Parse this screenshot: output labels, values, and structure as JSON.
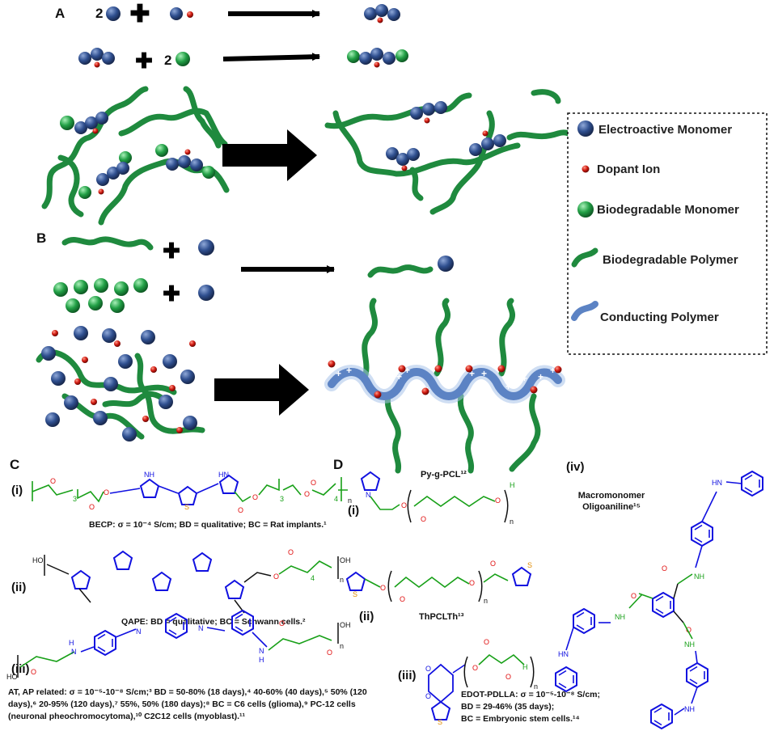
{
  "panels": {
    "a": "A",
    "b": "B",
    "c": "C",
    "d": "D"
  },
  "coefficients": {
    "a1": "2",
    "a2": "2"
  },
  "legend": {
    "electroactive": "Electroactive Monomer",
    "dopant": "Dopant Ion",
    "biodeg_monomer": "Biodegradable Monomer",
    "biodeg_polymer": "Biodegradable Polymer",
    "conducting": "Conducting Polymer"
  },
  "colors": {
    "electroactive": "#2f4f8f",
    "dopant": "#d01a10",
    "biodeg": "#22a046",
    "chain": "#1f8a3e",
    "conducting": "#5c83c4",
    "chemBlue": "#1010e0",
    "chemGreen": "#18a018",
    "chemRed": "#e01010",
    "chemOrange": "#e08a00"
  },
  "section_c": {
    "i": {
      "label": "(i)",
      "caption": "BECP: σ = 10⁻⁴ S/cm; BD = qualitative; BC = Rat implants.¹"
    },
    "ii": {
      "label": "(ii)",
      "caption": "QAPE: BD = qualitative; BC = Schwann cells.²"
    },
    "iii": {
      "label": "(iii)",
      "caption1": "AT, AP related: σ = 10⁻⁵-10⁻⁸ S/cm;³ BD = 50-80% (18 days),⁴ 40-60% (40 days),⁵ 50% (120",
      "caption2": "days),⁶ 20-95% (120 days),⁷ 55%, 50% (180 days);⁸ BC = C6 cells (glioma),⁹ PC-12 cells",
      "caption3": "(neuronal pheochromocytoma),¹⁰ C2C12 cells (myoblast).¹¹"
    }
  },
  "section_d": {
    "i": {
      "label": "(i)",
      "name": "Py-g-PCL¹²"
    },
    "ii": {
      "label": "(ii)",
      "name": "ThPCLTh¹³"
    },
    "iii": {
      "label": "(iii)",
      "cap1": "EDOT-PDLLA: σ = 10⁻⁵-10⁻⁸ S/cm;",
      "cap2": "BD = 29-46% (35 days);",
      "cap3": "BC = Embryonic stem cells.¹⁴"
    },
    "iv": {
      "label": "(iv)",
      "name1": "Macromonomer",
      "name2": "Oligoaniline¹⁵"
    }
  },
  "atoms": {
    "O": "O",
    "OH": "OH",
    "H": "H",
    "NH": "NH",
    "HN": "HN",
    "HO": "HO",
    "N": "N",
    "S": "S",
    "n": "n",
    "k3": "3",
    "k4": "4",
    "plus": "+"
  }
}
